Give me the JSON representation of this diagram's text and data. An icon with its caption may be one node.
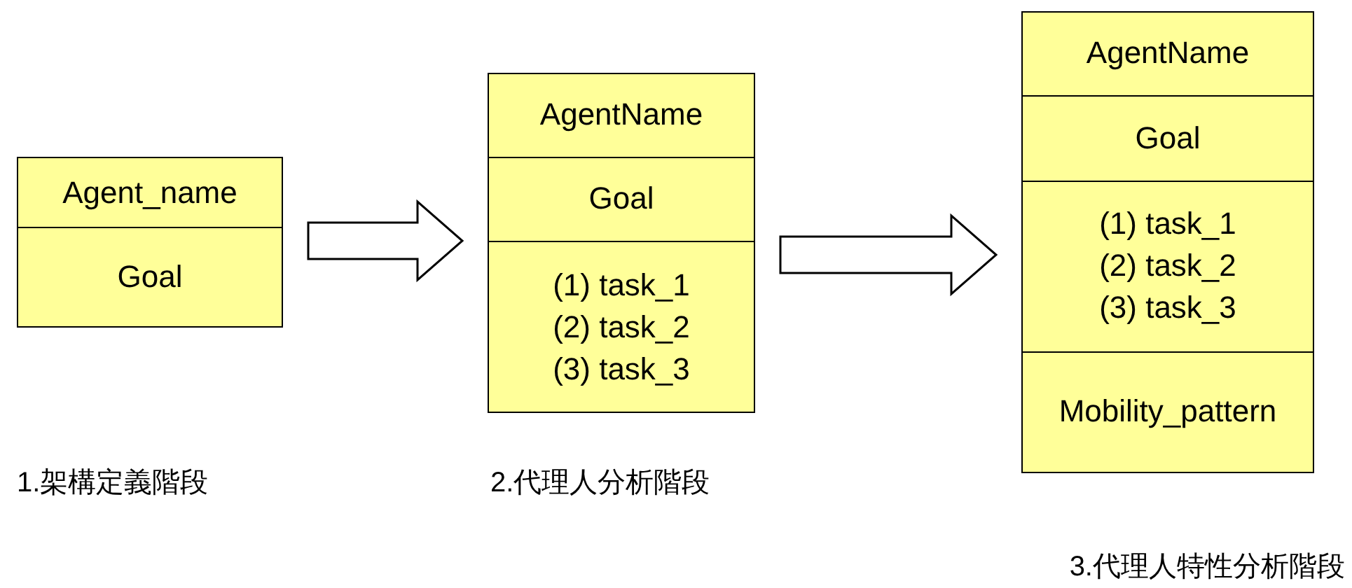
{
  "diagram": {
    "nodes": [
      {
        "text": [],
        "shape": "box"
      },
      {
        "text": [
          "Agent_name"
        ],
        "in": 0
      },
      {
        "text": [
          "Goal"
        ],
        "in": 0
      },
      {
        "text": [],
        "shape": "box"
      },
      {
        "text": [
          "AgentName"
        ],
        "in": 3
      },
      {
        "text": [
          "Goal"
        ],
        "in": 3
      },
      {
        "text": [
          "(1) task_1",
          "(2) task_2",
          "(3) task_3"
        ],
        "in": 3
      },
      {
        "text": [],
        "shape": "box"
      },
      {
        "text": [
          "AgentName"
        ],
        "in": 7
      },
      {
        "text": [
          "Goal"
        ],
        "in": 7
      },
      {
        "text": [
          "(1) task_1",
          "(2) task_2",
          "(3) task_3"
        ],
        "in": 7
      },
      {
        "text": [
          "Mobility_pattern"
        ],
        "in": 7
      }
    ],
    "edges": [
      {
        "from": 0,
        "to": 3,
        "arrow": "to"
      },
      {
        "from": 3,
        "to": 7,
        "arrow": "to"
      }
    ],
    "labels": [
      "1.架構定義階段",
      "2.代理人分析階段",
      "3.代理人特性分析階段"
    ]
  }
}
